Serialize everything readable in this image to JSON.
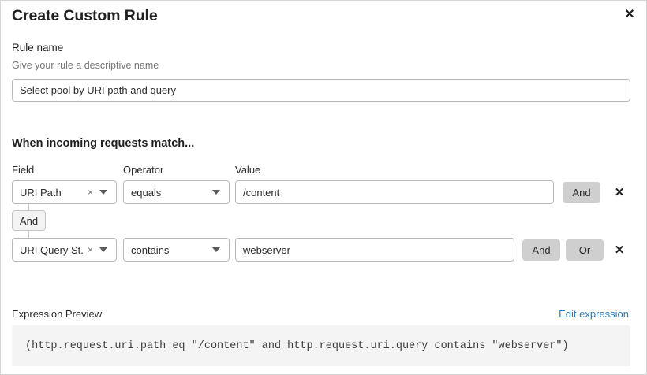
{
  "modal": {
    "title": "Create Custom Rule",
    "close_icon": "close-icon",
    "close_glyph": "✕"
  },
  "rule_name": {
    "label": "Rule name",
    "help": "Give your rule a descriptive name",
    "value": "Select pool by URI path and query",
    "placeholder": "Select pool by URI path and query"
  },
  "match_section": {
    "heading": "When incoming requests match...",
    "columns": {
      "field": "Field",
      "operator": "Operator",
      "value": "Value"
    },
    "connector": {
      "label": "And"
    },
    "rows": [
      {
        "field": "URI Path",
        "clear_glyph": "×",
        "operator": "equals",
        "value": "/content",
        "buttons": [
          "And"
        ],
        "delete_glyph": "✕"
      },
      {
        "field": "URI Query St...",
        "clear_glyph": "×",
        "operator": "contains",
        "value": "webserver",
        "buttons": [
          "And",
          "Or"
        ],
        "delete_glyph": "✕"
      }
    ]
  },
  "expression_preview": {
    "label": "Expression Preview",
    "edit_link": "Edit expression",
    "expression": "(http.request.uri.path eq \"/content\" and http.request.uri.query contains \"webserver\")"
  },
  "colors": {
    "link": "#2c7cb8",
    "button_grey": "#cfcfcf",
    "code_bg": "#f4f4f4",
    "border": "#b9b9b9",
    "text": "#1f1f1f",
    "muted_text": "#767676"
  }
}
